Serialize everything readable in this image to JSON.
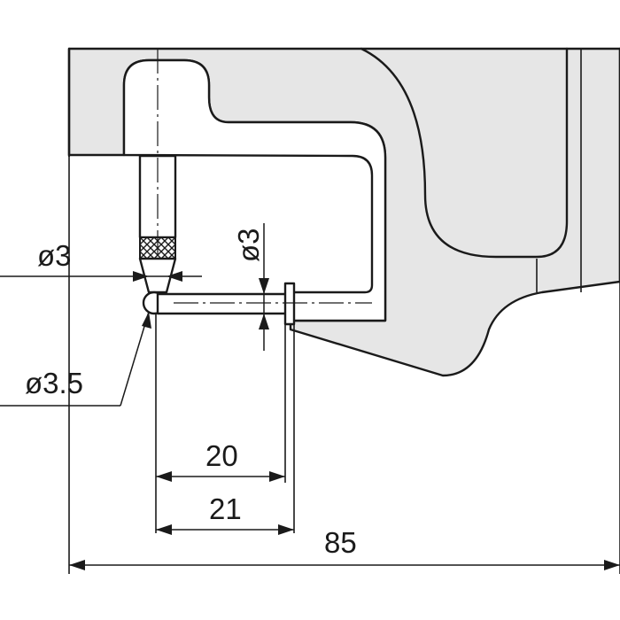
{
  "dimensions": {
    "anvil_tip_diameter": "ø3",
    "spindle_diameter": "ø3",
    "ball_diameter": "ø3.5",
    "depth_inner": "20",
    "depth_outer": "21",
    "overall_length": "85"
  },
  "colors": {
    "line": "#1a1a1a",
    "body_fill": "#e6e6e6",
    "background": "#ffffff"
  }
}
